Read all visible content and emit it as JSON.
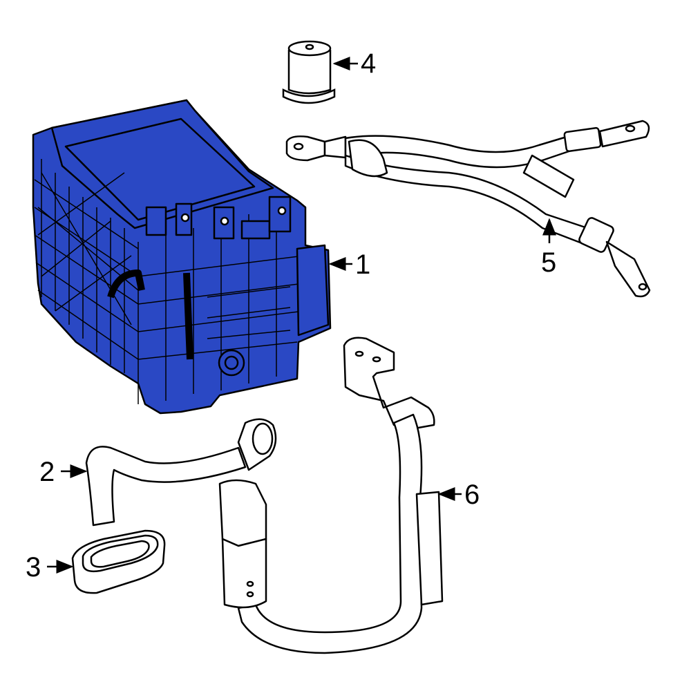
{
  "callouts": [
    {
      "id": "1",
      "label": "1"
    },
    {
      "id": "2",
      "label": "2"
    },
    {
      "id": "3",
      "label": "3"
    },
    {
      "id": "4",
      "label": "4"
    },
    {
      "id": "5",
      "label": "5"
    },
    {
      "id": "6",
      "label": "6"
    }
  ],
  "colors": {
    "highlight": "#2a48c4",
    "outline": "#000000",
    "part_fill": "#ffffff"
  }
}
